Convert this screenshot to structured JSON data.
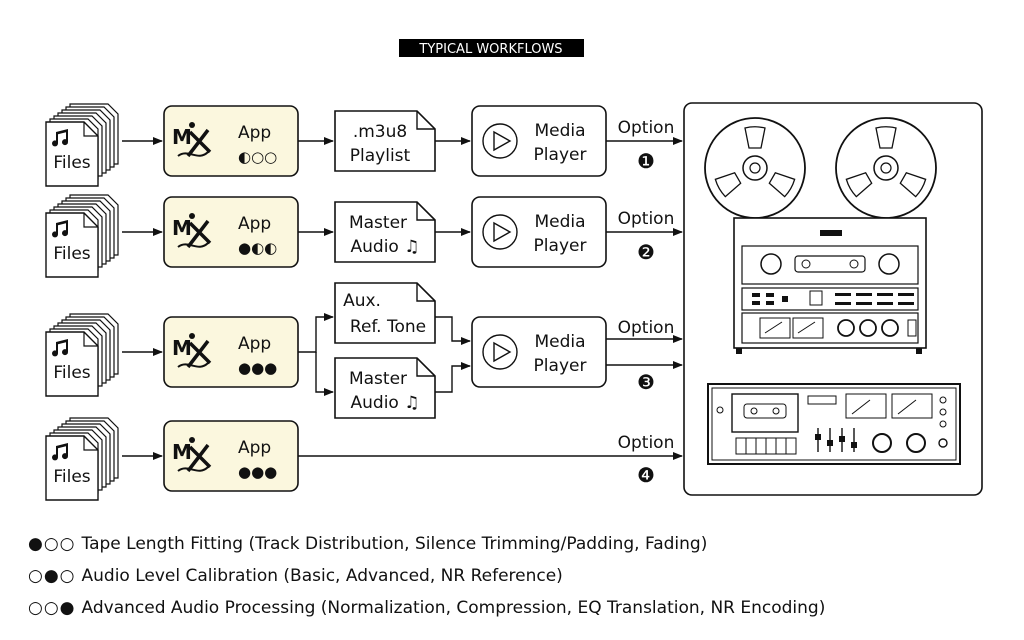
{
  "title": "TYPICAL WORKFLOWS",
  "labels": {
    "files": "Files",
    "app": "App",
    "media_player_line1": "Media",
    "media_player_line2": "Player",
    "option": "Option"
  },
  "rows": [
    {
      "app_dots": "◐○○",
      "doc_line1": ".m3u8",
      "doc_line2": "Playlist",
      "option_number": "❶"
    },
    {
      "app_dots": "●◐◐",
      "doc_line1": "Master",
      "doc_line2": "Audio ♫",
      "option_number": "❷"
    },
    {
      "app_dots": "●●●",
      "aux_line1": "Aux.",
      "aux_line2": "Ref. Tone",
      "doc_line1": "Master",
      "doc_line2": "Audio ♫",
      "option_number": "❸"
    },
    {
      "app_dots": "●●●",
      "option_number": "❹"
    }
  ],
  "legend": [
    {
      "dots": "●○○",
      "text": "Tape Length Fitting (Track Distribution, Silence Trimming/Padding, Fading)"
    },
    {
      "dots": "○●○",
      "text": "Audio Level Calibration (Basic, Advanced, NR Reference)"
    },
    {
      "dots": "○○●",
      "text": "Advanced Audio Processing (Normalization, Compression, EQ Translation, NR Encoding)"
    }
  ],
  "colors": {
    "app_fill": "#fbf7de",
    "stroke": "#111111",
    "title_bg": "#000000"
  }
}
